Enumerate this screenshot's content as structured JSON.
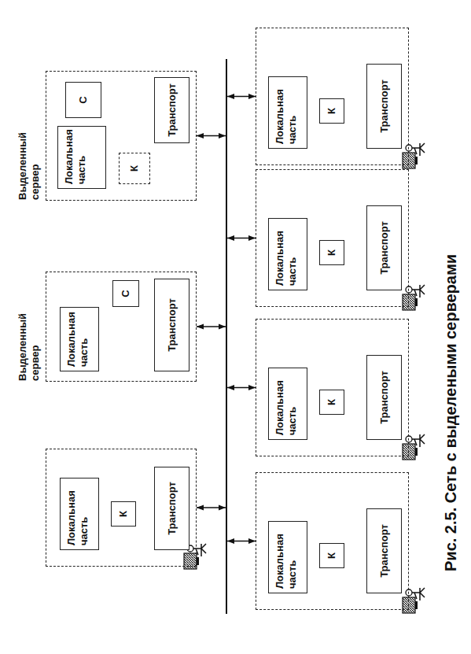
{
  "diagram": {
    "caption": "Рис. 2.5. Сеть с выделеными серверами",
    "nodes": [
      {
        "text": []
      },
      {
        "text": [
          "Локальная часть"
        ],
        "in": 0
      },
      {
        "text": [
          "К"
        ],
        "in": 0
      },
      {
        "text": [
          "Транспорт"
        ],
        "in": 0
      },
      {
        "text": [
          "Выделенный сервер"
        ]
      },
      {
        "text": [
          "Локальная часть"
        ],
        "in": 4
      },
      {
        "text": [
          "С"
        ],
        "in": 4
      },
      {
        "text": [
          "Транспорт"
        ],
        "in": 4
      },
      {
        "text": [
          "Выделенный сервер"
        ]
      },
      {
        "text": [
          "Локальная часть"
        ],
        "in": 8
      },
      {
        "text": [
          "С"
        ],
        "in": 8
      },
      {
        "text": [
          "К"
        ],
        "in": 8
      },
      {
        "text": [
          "Транспорт"
        ],
        "in": 8
      },
      {
        "text": []
      },
      {
        "text": []
      },
      {
        "text": [
          "Локальная часть"
        ],
        "in": 14
      },
      {
        "text": [
          "К"
        ],
        "in": 14
      },
      {
        "text": [
          "Транспорт"
        ],
        "in": 14
      },
      {
        "text": []
      },
      {
        "text": [
          "Локальная часть"
        ],
        "in": 18
      },
      {
        "text": [
          "К"
        ],
        "in": 18
      },
      {
        "text": [
          "Транспорт"
        ],
        "in": 18
      },
      {
        "text": []
      },
      {
        "text": [
          "Локальная часть"
        ],
        "in": 22
      },
      {
        "text": [
          "К"
        ],
        "in": 22
      },
      {
        "text": [
          "Транспорт"
        ],
        "in": 22
      },
      {
        "text": []
      },
      {
        "text": [
          "Локальная часть"
        ],
        "in": 26
      },
      {
        "text": [
          "К"
        ],
        "in": 26
      },
      {
        "text": [
          "Транспорт"
        ],
        "in": 26
      }
    ],
    "edges": [
      {
        "from": 0,
        "to": 13,
        "arrow": "both"
      },
      {
        "from": 4,
        "to": 13,
        "arrow": "both"
      },
      {
        "from": 8,
        "to": 13,
        "arrow": "both"
      },
      {
        "from": 14,
        "to": 13,
        "arrow": "both"
      },
      {
        "from": 18,
        "to": 13,
        "arrow": "both"
      },
      {
        "from": 22,
        "to": 13,
        "arrow": "both"
      },
      {
        "from": 26,
        "to": 13,
        "arrow": "both"
      }
    ]
  }
}
